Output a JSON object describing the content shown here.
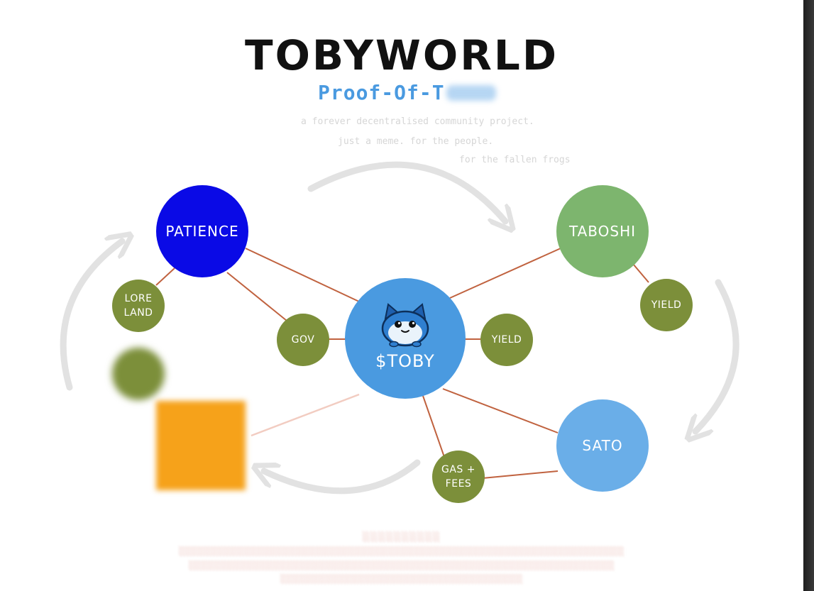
{
  "header": {
    "title": "TOBYWORLD",
    "subtitle": "Proof-Of-T",
    "tagline_1": "a forever decentralised community project.",
    "tagline_2": "just a meme. for the people.",
    "tagline_3": "for the fallen frogs"
  },
  "nodes": {
    "patience": "PATIENCE",
    "taboshi": "TABOSHI",
    "toby": "$TOBY",
    "sato": "SATO",
    "lore_land_1": "LORE",
    "lore_land_2": "LAND",
    "gov": "GOV",
    "yield_center": "YIELD",
    "yield_right": "YIELD",
    "gas_fees_1": "GAS +",
    "gas_fees_2": "FEES"
  },
  "colors": {
    "patience": "#0a0ae6",
    "toby": "#4a9ae0",
    "taboshi": "#7db56e",
    "sato": "#6aaee8",
    "small_nodes": "#7c8f3a",
    "edges": "#c0623f",
    "arrows": "#e2e2e2",
    "orange_box": "#f6a21a"
  },
  "mascot": {
    "icon": "toby-cat-icon"
  }
}
